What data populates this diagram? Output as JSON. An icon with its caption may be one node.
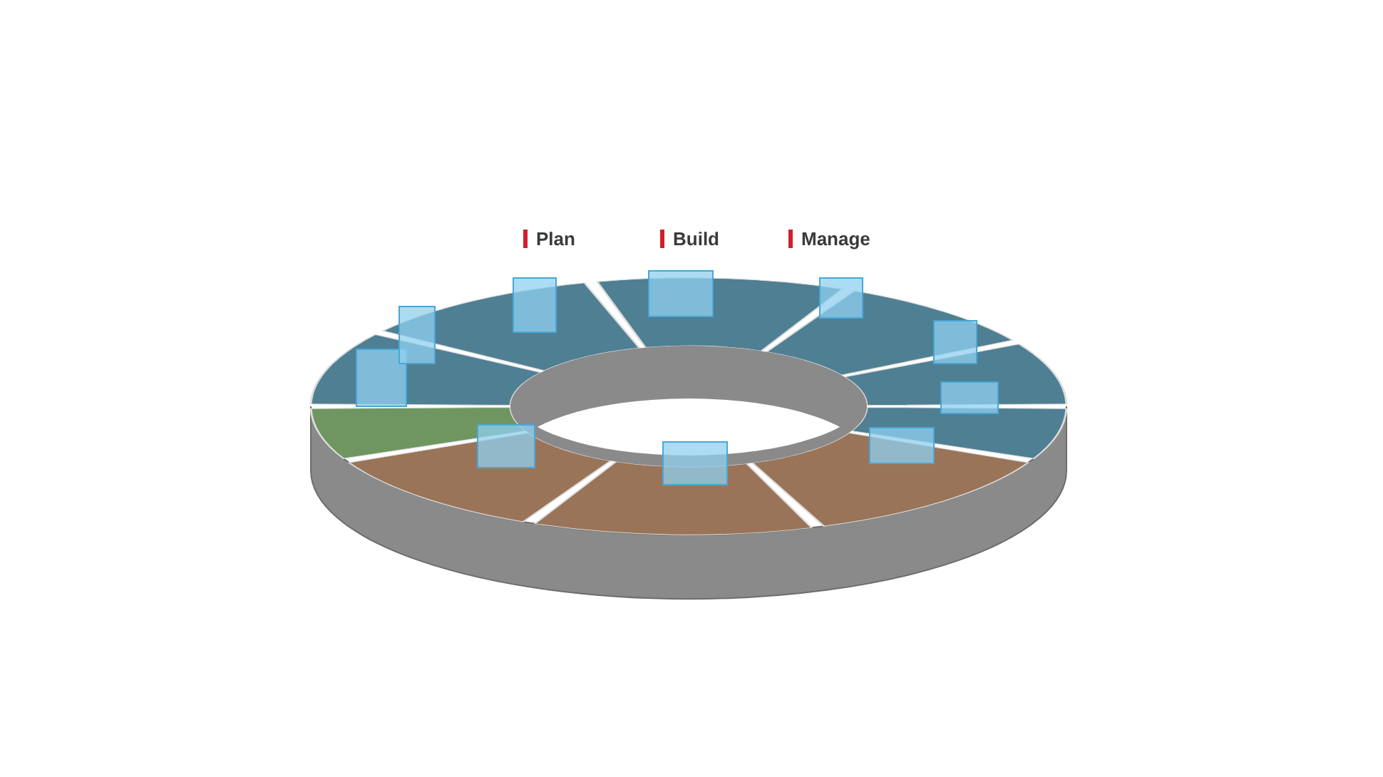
{
  "diagram": {
    "labels": [
      "Plan",
      "Build",
      "Manage"
    ]
  }
}
